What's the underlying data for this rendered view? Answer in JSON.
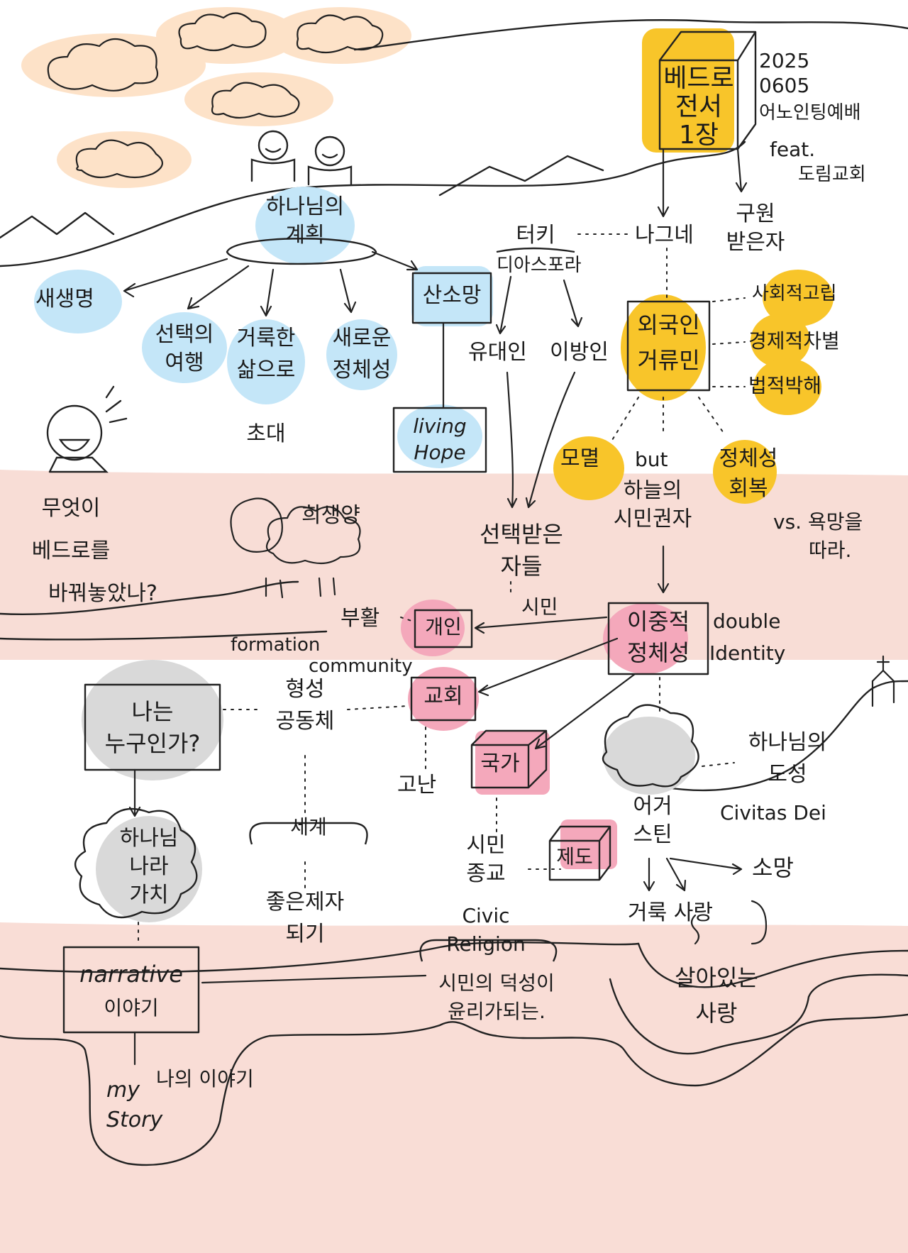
{
  "title": {
    "line1": "베드로",
    "line2": "전서",
    "line3": "1장"
  },
  "meta": {
    "date1": "2025",
    "date2": "0605",
    "service": "어노인팅예배",
    "feat": "feat.",
    "church": "도림교회"
  },
  "top": {
    "plan_line1": "하나님의",
    "plan_line2": "계획",
    "new_life": "새생명",
    "chosen_line1": "선택의",
    "chosen_line2": "여행",
    "holy_line1": "거룩한",
    "holy_line2": "삶으로",
    "holy_line3": "초대",
    "new_identity_line1": "새로운",
    "new_identity_line2": "정체성",
    "living_hope": "산소망",
    "living_hope_en_line1": "living",
    "living_hope_en_line2": "Hope",
    "turkey": "터키",
    "diaspora": "디아스포라",
    "jews": "유대인",
    "gentiles": "이방인",
    "sojourner": "나그네",
    "saved_line1": "구원",
    "saved_line2": "받은자",
    "alien_line1": "외국인",
    "alien_line2": "거류민",
    "social_isolation": "사회적고립",
    "economic_discrimination": "경제적차별",
    "legal_persecution": "법적박해",
    "indignity": "모멸",
    "but": "but",
    "heavenly_line1": "하늘의",
    "heavenly_line2": "시민권자",
    "identity_line1": "정체성",
    "identity_line2": "회복",
    "desire_line1": "vs. 욕망을",
    "desire_line2": "따라."
  },
  "middle": {
    "question_line1": "무엇이",
    "question_line2": "베드로를",
    "question_line3": "바꿔놓았나?",
    "sacrifice_lamb": "희생양",
    "elect_line1": "선택받은",
    "elect_line2": "자들",
    "citizen": "시민",
    "resurrection": "부활",
    "individual": "개인",
    "double_identity_line1": "이중적",
    "double_identity_line2": "정체성",
    "double_identity_en_line1": "double",
    "double_identity_en_line2": "Identity",
    "formation": "formation",
    "community": "community",
    "formation_kr_line1": "형성",
    "formation_kr_line2": "공동체",
    "church": "교회",
    "who_line1": "나는",
    "who_line2": "누구인가?",
    "nation": "국가",
    "suffering": "고난",
    "city_line1": "하나님의",
    "city_line2": "도성",
    "city_en": "Civitas Dei",
    "world": "세계",
    "kingdom_line1": "하나님",
    "kingdom_line2": "나라",
    "kingdom_line3": "가치",
    "good_disciple_line1": "좋은제자",
    "good_disciple_line2": "되기",
    "civic_religion_kr_line1": "시민",
    "civic_religion_kr_line2": "종교",
    "civic": "Civic",
    "religion": "Religion",
    "system": "제도",
    "augustine_line1": "어거",
    "augustine_line2": "스틴",
    "hope": "소망",
    "holy_love": "거룩 사랑",
    "living_love_line1": "살아있는",
    "living_love_line2": "사랑",
    "civic_ethics_line1": "시민의 덕성이",
    "civic_ethics_line2": "윤리가되는."
  },
  "bottom": {
    "narrative": "narrative",
    "story_kr": "이야기",
    "my_story_kr": "나의 이야기",
    "my": "my",
    "story": "Story"
  },
  "colors": {
    "yellow": "#f7c21b",
    "blue": "#bfe3f7",
    "pink": "#f3a9ba",
    "gray": "#d6d6d6",
    "peach_cloud": "#fcd9b8",
    "band": "#f8d9d2"
  }
}
